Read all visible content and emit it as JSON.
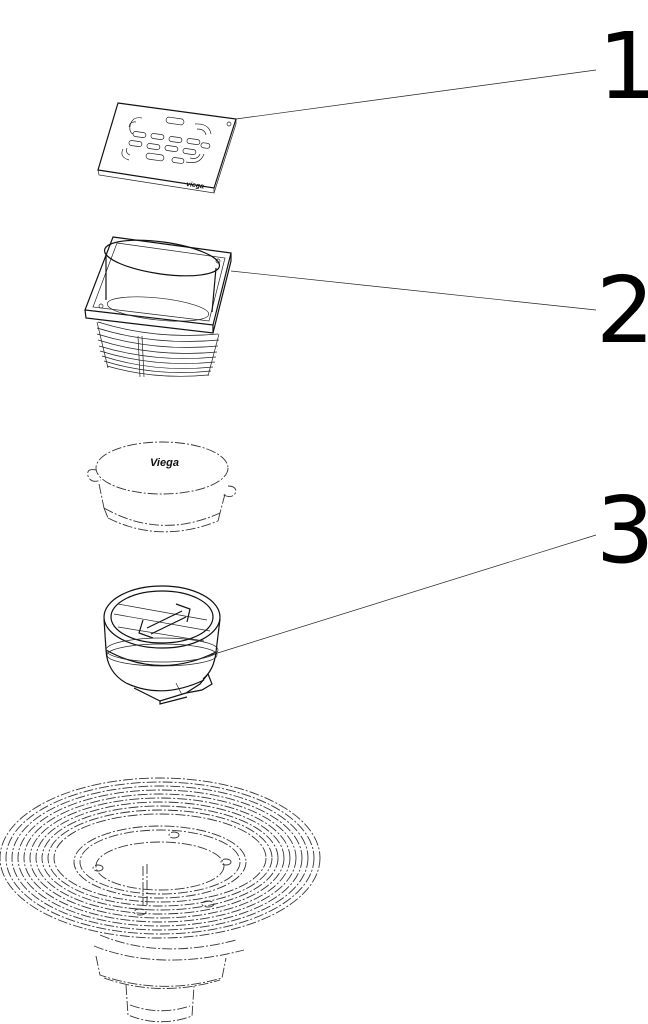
{
  "callouts": [
    {
      "number": "1"
    },
    {
      "number": "2"
    },
    {
      "number": "3"
    }
  ],
  "brand": {
    "grate_mark": "viega",
    "cap_mark": "Viega"
  },
  "colors": {
    "line": "#111111",
    "background": "#ffffff"
  }
}
